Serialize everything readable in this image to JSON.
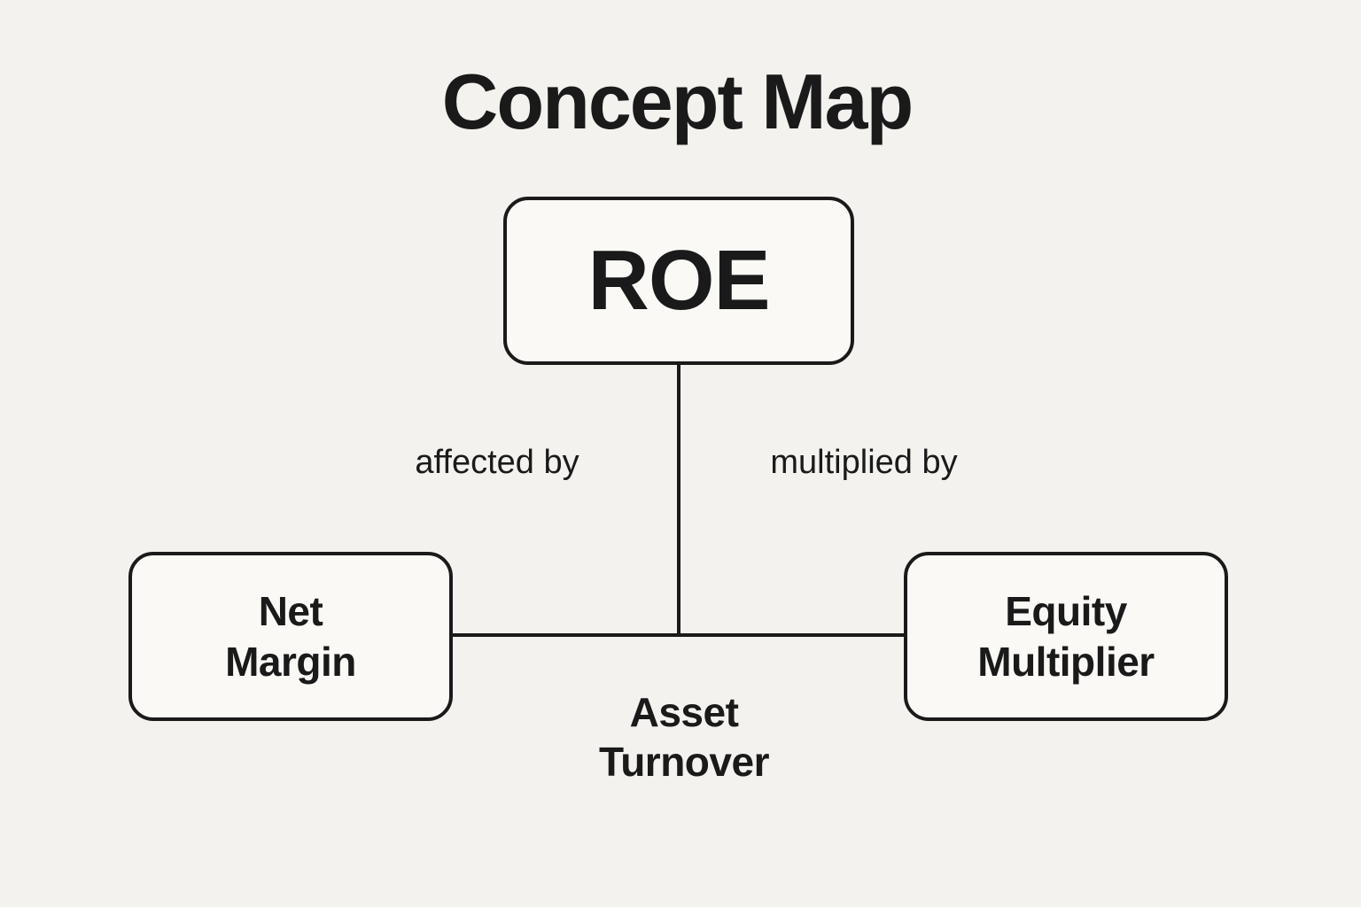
{
  "title": "Concept Map",
  "colors": {
    "background": "#f4f2ee",
    "node_fill": "#faf9f6",
    "ink": "#1a1a1a",
    "line": "#1a1a1a"
  },
  "nodes": {
    "roe": {
      "label": "ROE"
    },
    "net_margin": {
      "lines": [
        "Net",
        "Margin"
      ]
    },
    "equity_multiplier": {
      "lines": [
        "Equity",
        "Multiplier"
      ]
    },
    "asset_turnover": {
      "lines": [
        "Asset",
        "Turnover"
      ]
    }
  },
  "edges": {
    "affected_by": {
      "label": "affected by"
    },
    "multiplied_by": {
      "label": "multiplied by"
    }
  }
}
